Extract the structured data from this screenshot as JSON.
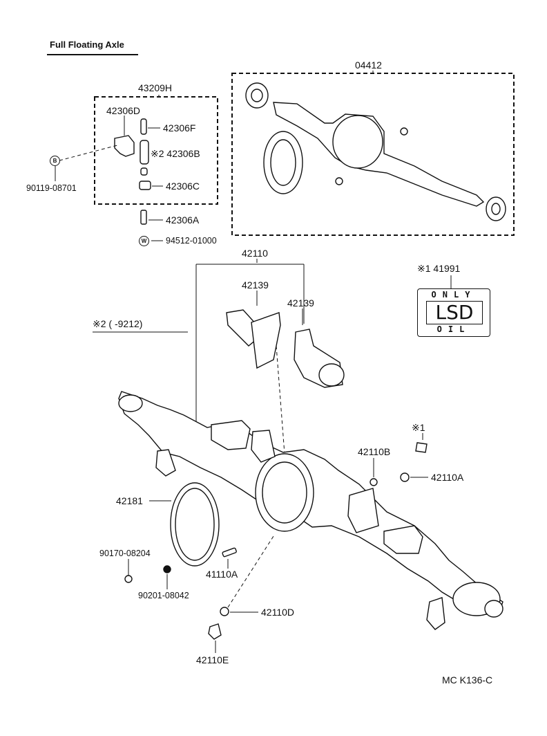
{
  "title": "Full Floating Axle",
  "footer_code": "MC K136-C",
  "callouts": {
    "c04412": "04412",
    "c43209H": "43209H",
    "c42306D": "42306D",
    "c42306F": "42306F",
    "c42306B": "※2 42306B",
    "c42306C": "42306C",
    "c42306A": "42306A",
    "c94512": "94512-01000",
    "c90119": "90119-08701",
    "c42110": "42110",
    "c42139a": "42139",
    "c42139b": "42139",
    "c41991": "※1 41991",
    "c9212": "※2 (      -9212)",
    "c42110B": "42110B",
    "c42110A": "42110A",
    "c42181": "42181",
    "c90170": "90170-08204",
    "c90201": "90201-08042",
    "c41110A": "41110A",
    "c42110D": "42110D",
    "c42110E": "42110E",
    "mark1": "※1"
  },
  "symbols": {
    "b_circle": "B",
    "w_circle": "W"
  },
  "badge": {
    "top": "ONLY",
    "middle": "LSD",
    "bottom": "OIL"
  }
}
